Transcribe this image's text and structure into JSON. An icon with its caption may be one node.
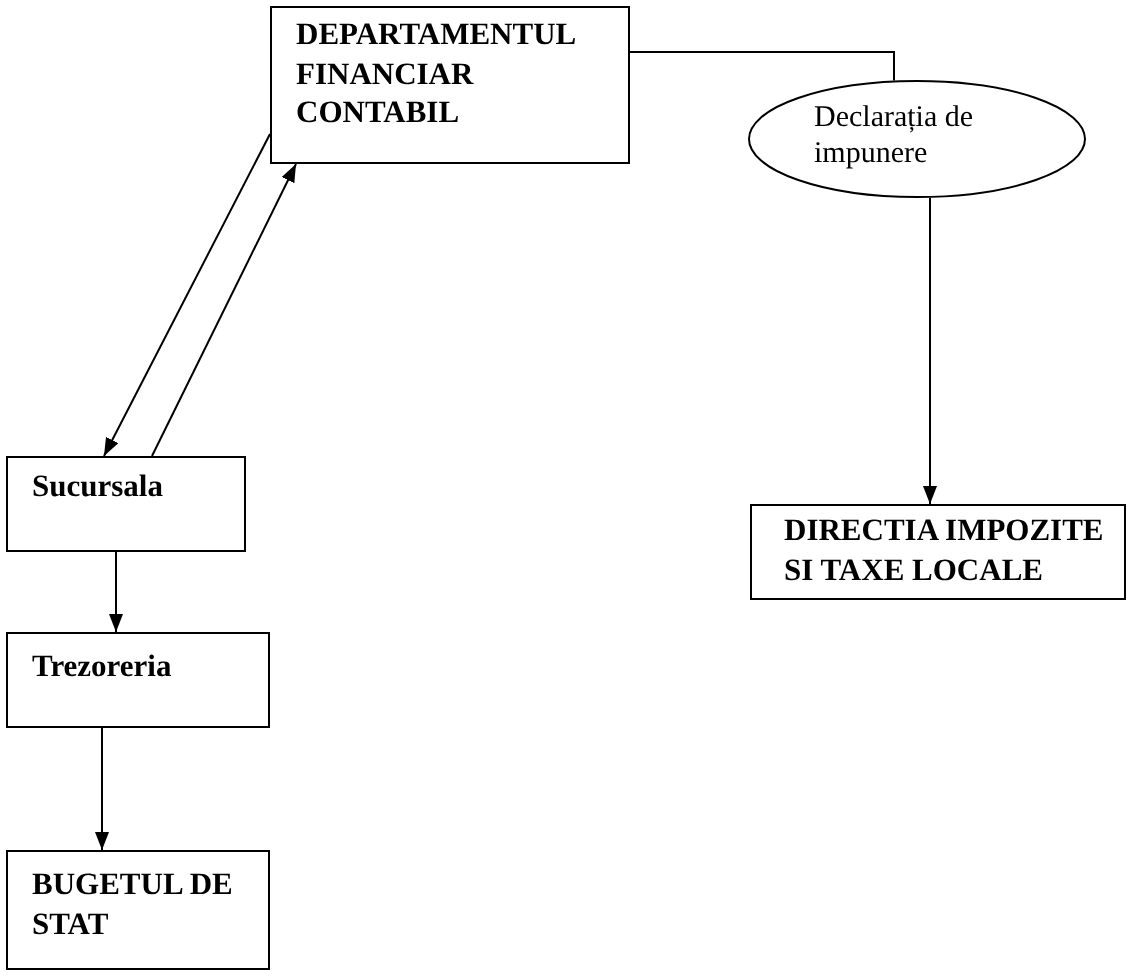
{
  "diagram": {
    "nodes": [
      {
        "text": [
          "DEPARTAMENTUL FINANCIAR CONTABIL"
        ]
      },
      {
        "text": [
          "Declarația de impunere"
        ]
      },
      {
        "text": [
          "Sucursala"
        ]
      },
      {
        "text": [
          "DIRECTIA IMPOZITE SI TAXE LOCALE"
        ]
      },
      {
        "text": [
          "Trezoreria"
        ]
      },
      {
        "text": [
          "BUGETUL DE STAT"
        ]
      }
    ],
    "edges": [
      {
        "from": 0,
        "to": 2,
        "arrow": "to"
      },
      {
        "from": 2,
        "to": 0,
        "arrow": "to"
      },
      {
        "from": 0,
        "to": 1,
        "arrow": "none"
      },
      {
        "from": 1,
        "to": 3,
        "arrow": "to"
      },
      {
        "from": 2,
        "to": 4,
        "arrow": "to"
      },
      {
        "from": 4,
        "to": 5,
        "arrow": "to"
      }
    ]
  }
}
